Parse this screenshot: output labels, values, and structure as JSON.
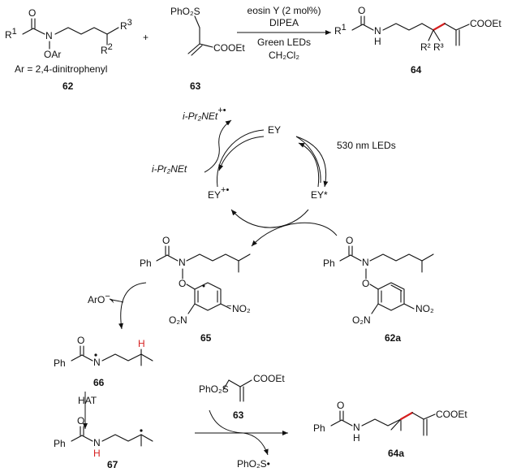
{
  "labels": {
    "r1": "R",
    "r1_sup": "1",
    "n": "N",
    "oar": "OAr",
    "r2": "R",
    "r2_sup": "2",
    "r3": "R",
    "r3_sup": "3",
    "ar_def": "Ar = 2,4-dinitrophenyl",
    "plus": "+",
    "phso2": "PhO₂S",
    "cooet": "COOEt",
    "prod_r1": "R",
    "prod_r1_sup": "1",
    "prod_nh": "N",
    "prod_h": "H",
    "prod_cooet": "COOEt",
    "prod_r2r3": "R²  R³"
  },
  "conditions": {
    "line1": "eosin Y (2 mol%)",
    "line2": "DIPEA",
    "line3": "Green LEDs",
    "line4": "CH₂Cl₂"
  },
  "compounds": {
    "c62": "62",
    "c63": "63",
    "c64": "64",
    "c65": "65",
    "c62a": "62a",
    "c66": "66",
    "c67": "67",
    "c63b": "63",
    "c64a": "64a"
  },
  "cycle": {
    "ey": "EY",
    "ey_star": "EY*",
    "ey_rad": "EY",
    "ey_rad_sup": "+•",
    "leds": "530 nm LEDs",
    "ipr2net_top": "i-Pr₂NEt",
    "ipr2net_top_sup": "+•",
    "ipr2net_left": "i-Pr₂NEt"
  },
  "mechanism": {
    "ph": "Ph",
    "n": "N",
    "o": "O",
    "no2": "NO₂",
    "o2n": "O₂N",
    "aro": "ArO",
    "aro_sup": "−",
    "h_red": "H",
    "hat": "HAT",
    "phso2": "PhO₂S",
    "cooet": "COOEt",
    "phso2_rad": "PhO₂S•",
    "nh_n": "N",
    "nh_h": "H"
  }
}
